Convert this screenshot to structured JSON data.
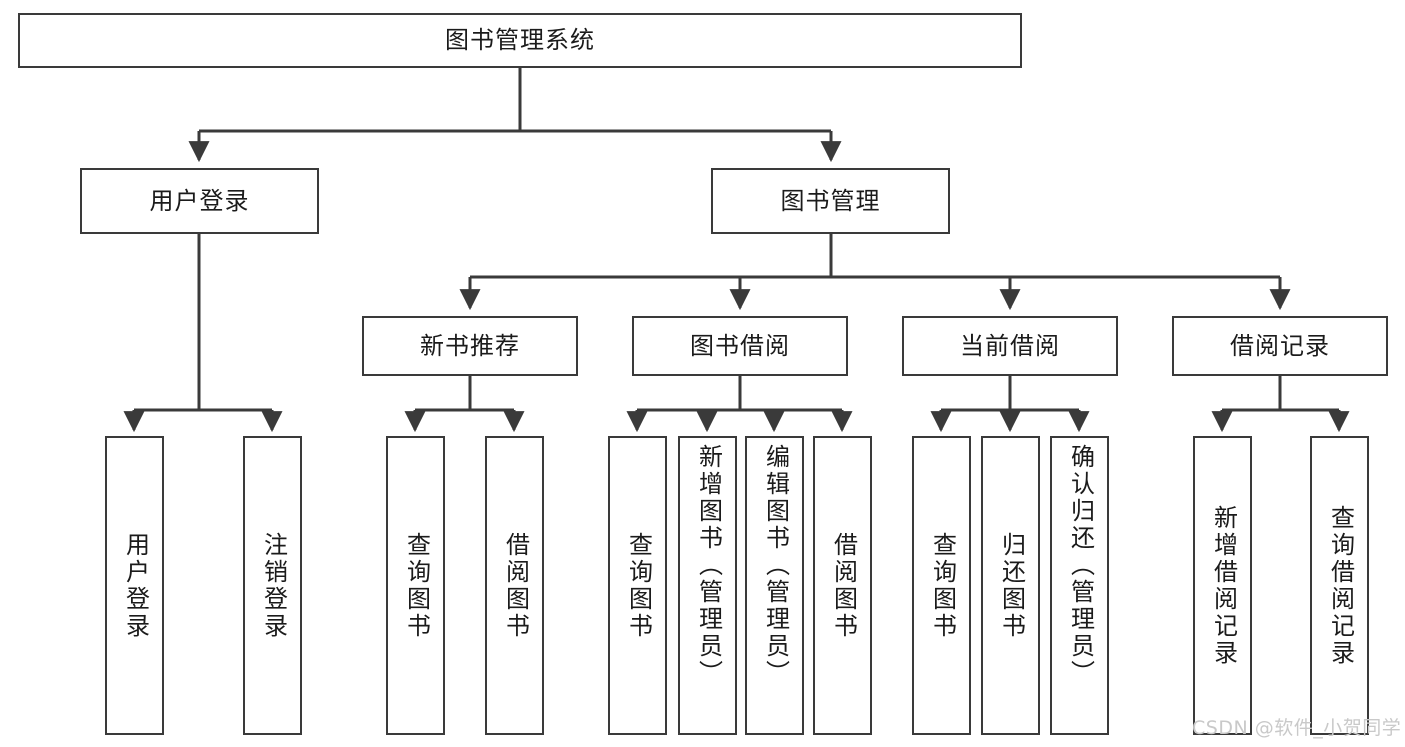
{
  "diagram": {
    "title": "图书管理系统",
    "type": "tree-hierarchy-chart",
    "root": {
      "id": "root",
      "label": "图书管理系统"
    },
    "level2": [
      {
        "id": "user-login",
        "label": "用户登录"
      },
      {
        "id": "book-manage",
        "label": "图书管理"
      }
    ],
    "level3": [
      {
        "id": "new-book-recommend",
        "label": "新书推荐"
      },
      {
        "id": "book-borrow",
        "label": "图书借阅"
      },
      {
        "id": "current-borrow",
        "label": "当前借阅"
      },
      {
        "id": "borrow-record",
        "label": "借阅记录"
      }
    ],
    "leaves": {
      "user_login": [
        {
          "id": "leaf-user-login",
          "label": "用户登录"
        },
        {
          "id": "leaf-logout-login",
          "label": "注销登录"
        }
      ],
      "new_book_recommend": [
        {
          "id": "leaf-query-book-1",
          "label": "查询图书"
        },
        {
          "id": "leaf-borrow-book-1",
          "label": "借阅图书"
        }
      ],
      "book_borrow": [
        {
          "id": "leaf-query-book-2",
          "label": "查询图书"
        },
        {
          "id": "leaf-add-book",
          "label": "新增图书（管理员）"
        },
        {
          "id": "leaf-edit-book",
          "label": "编辑图书（管理员）"
        },
        {
          "id": "leaf-borrow-book-2",
          "label": "借阅图书"
        }
      ],
      "current_borrow": [
        {
          "id": "leaf-query-book-3",
          "label": "查询图书"
        },
        {
          "id": "leaf-return-book",
          "label": "归还图书"
        },
        {
          "id": "leaf-confirm-return",
          "label": "确认归还（管理员）"
        }
      ],
      "borrow_record": [
        {
          "id": "leaf-add-record",
          "label": "新增借阅记录"
        },
        {
          "id": "leaf-query-record",
          "label": "查询借阅记录"
        }
      ]
    },
    "colors": {
      "stroke": "#3a3a3a",
      "text": "#1b1b1b",
      "background": "#ffffff",
      "watermark": "#c9c9c9"
    }
  },
  "watermark": {
    "text": "CSDN @软件_小贺同学"
  }
}
